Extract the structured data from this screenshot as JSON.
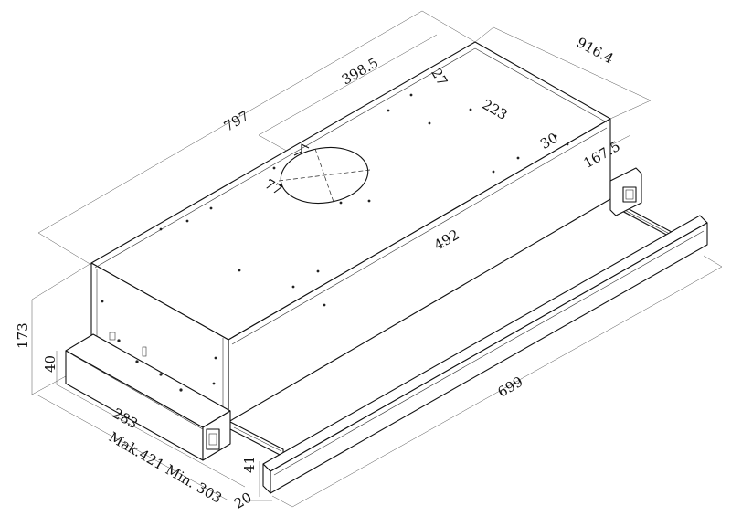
{
  "dimensions": {
    "length_total": "797",
    "half_length": "398.5",
    "depth_total": "916.4",
    "offset_27": "27",
    "offset_223": "223",
    "offset_30": "30",
    "depth_167": "167.5",
    "duct_77": "77",
    "inner_492": "492",
    "front_699": "699",
    "height_173": "173",
    "front_height_40": "40",
    "width_283": "283",
    "slide_range": "Mak.421 Min. 303",
    "panel_41": "41",
    "panel_20": "20"
  }
}
